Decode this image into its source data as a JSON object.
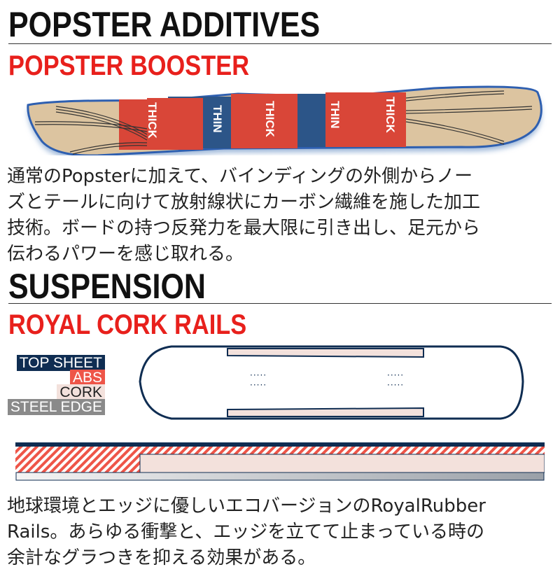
{
  "section1": {
    "title": "POPSTER ADDITIVES",
    "subtitle": "POPSTER BOOSTER",
    "board_labels": [
      "THICK",
      "THIN",
      "THICK",
      "THIN",
      "THICK"
    ],
    "description": [
      "通常のPopsterに加えて、バインディングの外側からノー",
      "ズとテールに向けて放射線状にカーボン繊維を施した加工",
      "技術。ボードの持つ反発力を最大限に引き出し、足元から",
      "伝わるパワーを感じ取れる。"
    ]
  },
  "section2": {
    "title": "SUSPENSION",
    "subtitle": "ROYAL CORK RAILS",
    "legend": [
      {
        "label": "TOP SHEET",
        "color": "#0f2d52"
      },
      {
        "label": "ABS",
        "color": "#ee5548"
      },
      {
        "label": "CORK",
        "color": "#f3e1dc"
      },
      {
        "label": "STEEL EDGE",
        "color": "#8a8a8a"
      }
    ],
    "description": [
      "地球環境とエッジに優しいエコバージョンのRoyalRubber",
      "Rails。あらゆる衝撃と、エッジを立てて止まっている時の",
      "余計なグラつきを抑える効果がある。"
    ]
  },
  "colors": {
    "accent": "#e8201c",
    "navy": "#0f2d52"
  }
}
